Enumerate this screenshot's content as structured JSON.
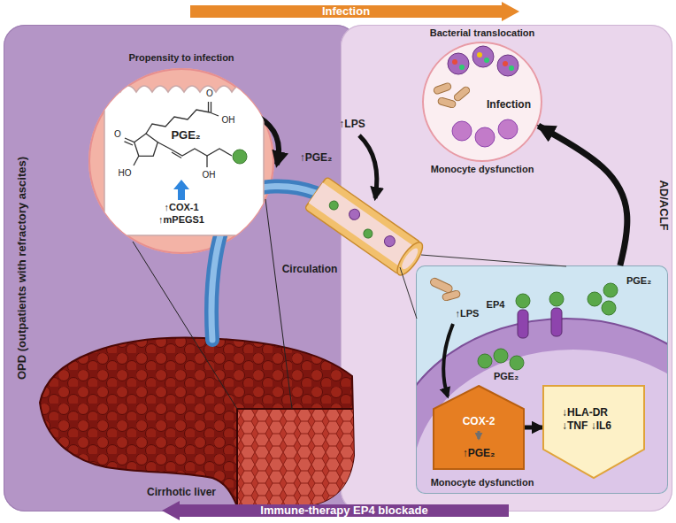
{
  "diagram": {
    "nodes": [
      {
        "text": [
          "Infection"
        ]
      },
      {
        "text": [
          "OPD (outpatients with refractory ascites)"
        ]
      },
      {
        "text": [
          "Propensity to infection",
          "↑COX-1 ↑mPEGS1"
        ],
        "in": 1
      },
      {
        "text": [
          "AD/ACLF"
        ]
      },
      {
        "text": [
          "Bacterial translocation",
          "Infection",
          "Monocyte dysfunction"
        ],
        "in": 3
      },
      {
        "text": [
          "Monocyte dysfunction"
        ],
        "in": 3
      },
      {
        "text": [
          "COX-2",
          "↑PGE₂"
        ],
        "in": 5
      },
      {
        "text": [
          "↓HLA-DR ↓TNF ↓IL6"
        ],
        "in": 5
      },
      {
        "text": [
          "Immune-therapy EP4 blockade"
        ]
      }
    ],
    "edges": [
      {
        "from": 5,
        "to": 4,
        "arrow": "to"
      },
      {
        "from": 6,
        "to": 7,
        "arrow": "to"
      }
    ],
    "labels": [
      "O",
      "OH",
      "O",
      "PGE₂",
      "HO",
      "OH",
      "↑PGE₂",
      "↑LPS",
      "Circulation",
      "Cirrhotic liver",
      "↑LPS",
      "EP4",
      "PGE₂",
      "PGE₂"
    ]
  }
}
